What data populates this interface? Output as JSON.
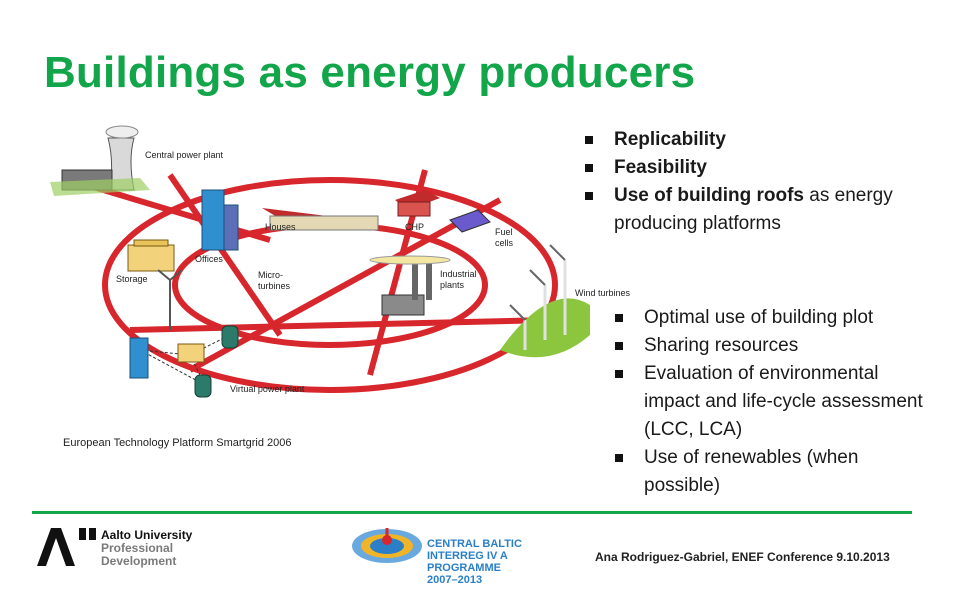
{
  "title": "Buildings as energy producers",
  "diagram": {
    "labels": {
      "central_power_plant": "Central power plant",
      "houses": "Houses",
      "chp": "CHP",
      "fuel_cells_line1": "Fuel",
      "fuel_cells_line2": "cells",
      "offices": "Offices",
      "storage": "Storage",
      "micro_line1": "Micro-",
      "micro_line2": "turbines",
      "industrial_line1": "Industrial",
      "industrial_line2": "plants",
      "wind_turbines": "Wind turbines",
      "virtual_power_plant": "Virtual power plant"
    },
    "colors": {
      "network": "#d7262c",
      "building": "#2f8fcf",
      "house_roof": "#c22b2b",
      "grass": "#8cc63f"
    }
  },
  "caption": "European Technology Platform Smartgrid 2006",
  "bullets_top": [
    {
      "bold": "Replicability",
      "rest": ""
    },
    {
      "bold": "Feasibility",
      "rest": ""
    },
    {
      "bold": "Use of building roofs",
      "rest": " as energy producing platforms"
    }
  ],
  "bullets_bottom": [
    "Optimal use of building plot",
    "Sharing resources",
    "Evaluation of environmental impact and life-cycle assessment (LCC, LCA)",
    "Use of renewables (when possible)"
  ],
  "footer": {
    "aalto_line1": "Aalto University",
    "aalto_line2": "Professional",
    "aalto_line3": "Development",
    "cb_line1": "CENTRAL BALTIC",
    "cb_line2": "INTERREG IV A",
    "cb_line3": "PROGRAMME",
    "cb_line4": "2007–2013",
    "citation": "Ana Rodriguez-Gabriel, ENEF Conference 9.10.2013"
  },
  "accent": "#12a54a"
}
